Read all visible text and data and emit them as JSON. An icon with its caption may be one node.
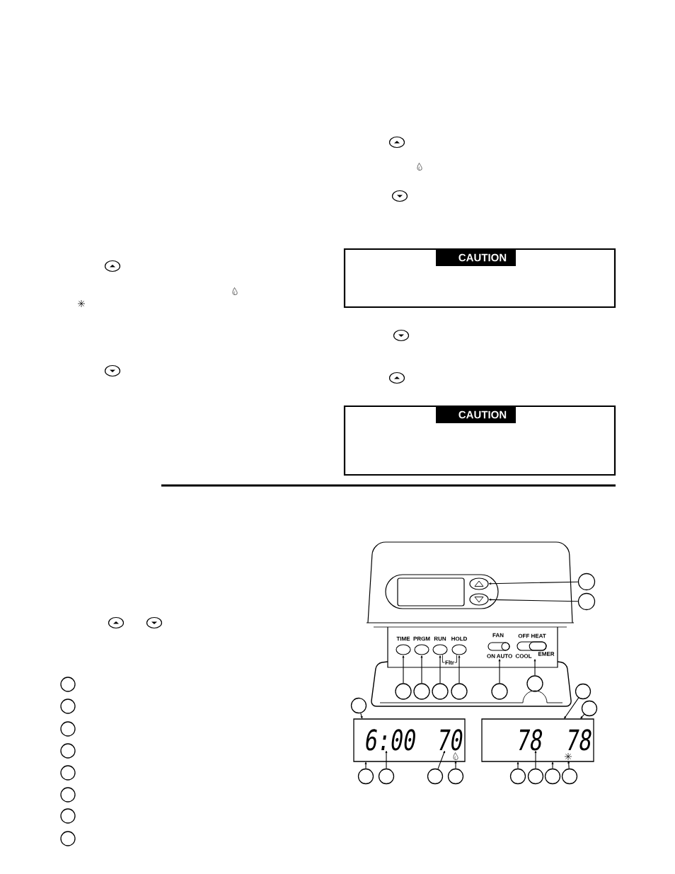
{
  "diagram": {
    "nodes": [
      {
        "text": [
          "CAUTION"
        ]
      },
      {
        "text": [
          "CAUTION"
        ]
      },
      {
        "text": [],
        "shape": "circle"
      },
      {
        "text": [],
        "shape": "circle"
      },
      {
        "text": [],
        "shape": "circle"
      },
      {
        "text": [],
        "shape": "circle"
      },
      {
        "text": [],
        "shape": "circle"
      },
      {
        "text": [],
        "shape": "circle"
      },
      {
        "text": [],
        "shape": "circle"
      },
      {
        "text": [],
        "shape": "circle"
      },
      {
        "text": [],
        "shape": "button"
      },
      {
        "text": [],
        "shape": "circle"
      },
      {
        "text": [],
        "shape": "button"
      },
      {
        "text": [],
        "shape": "circle"
      },
      {
        "text": [
          "TIME"
        ]
      },
      {
        "text": [
          "PRGM"
        ]
      },
      {
        "text": [
          "RUN"
        ]
      },
      {
        "text": [
          "HOLD"
        ]
      },
      {
        "text": [
          "FAN",
          "ON",
          "AUTO"
        ]
      },
      {
        "text": [
          "OFF HEAT",
          "COOL",
          "EMER"
        ]
      },
      {
        "text": [],
        "shape": "circle"
      },
      {
        "text": [],
        "shape": "circle"
      },
      {
        "text": [],
        "shape": "circle"
      },
      {
        "text": [],
        "shape": "circle"
      },
      {
        "text": [],
        "shape": "circle"
      },
      {
        "text": [],
        "shape": "circle"
      },
      {
        "text": [],
        "shape": "circle"
      },
      {
        "text": [],
        "shape": "circle"
      },
      {
        "text": [],
        "shape": "circle"
      },
      {
        "text": [],
        "shape": "box"
      },
      {
        "text": [
          "6:00"
        ],
        "in": 29
      },
      {
        "text": [
          "70"
        ],
        "in": 29
      },
      {
        "text": [],
        "shape": "picture",
        "in": 29
      },
      {
        "text": [],
        "shape": "box"
      },
      {
        "text": [
          "78"
        ],
        "in": 33
      },
      {
        "text": [
          "78"
        ],
        "in": 33
      },
      {
        "text": [],
        "shape": "picture",
        "in": 33
      },
      {
        "text": [],
        "shape": "circle"
      },
      {
        "text": [],
        "shape": "circle"
      },
      {
        "text": [],
        "shape": "circle"
      },
      {
        "text": [],
        "shape": "circle"
      },
      {
        "text": [],
        "shape": "circle"
      },
      {
        "text": [],
        "shape": "circle"
      },
      {
        "text": [],
        "shape": "circle"
      },
      {
        "text": [],
        "shape": "circle"
      }
    ],
    "edges": [
      {
        "from": 11,
        "to": 10,
        "arrow": "to"
      },
      {
        "from": 13,
        "to": 12,
        "arrow": "to"
      },
      {
        "from": 20,
        "to": 14,
        "arrow": "to"
      },
      {
        "from": 21,
        "to": 15,
        "arrow": "to"
      },
      {
        "from": 22,
        "to": 16,
        "arrow": "to"
      },
      {
        "from": 23,
        "to": 17,
        "arrow": "to"
      },
      {
        "from": 24,
        "to": 18,
        "arrow": "to"
      },
      {
        "from": 25,
        "to": 19,
        "arrow": "to"
      },
      {
        "from": 26,
        "to": 29,
        "arrow": "to"
      },
      {
        "from": 27,
        "to": 33,
        "arrow": "to"
      },
      {
        "from": 28,
        "to": 33,
        "arrow": "to"
      },
      {
        "from": 37,
        "to": 29,
        "arrow": "to"
      },
      {
        "from": 38,
        "to": 30,
        "arrow": "to"
      },
      {
        "from": 39,
        "to": 31,
        "arrow": "to"
      },
      {
        "from": 40,
        "to": 32,
        "arrow": "to"
      },
      {
        "from": 41,
        "to": 33,
        "arrow": "to"
      },
      {
        "from": 42,
        "to": 34,
        "arrow": "to"
      },
      {
        "from": 43,
        "to": 33,
        "arrow": "to"
      },
      {
        "from": 44,
        "to": 36,
        "arrow": "to"
      },
      {
        "from": 16,
        "to": 17,
        "arrow": "none",
        "label": "Fltr"
      }
    ]
  }
}
